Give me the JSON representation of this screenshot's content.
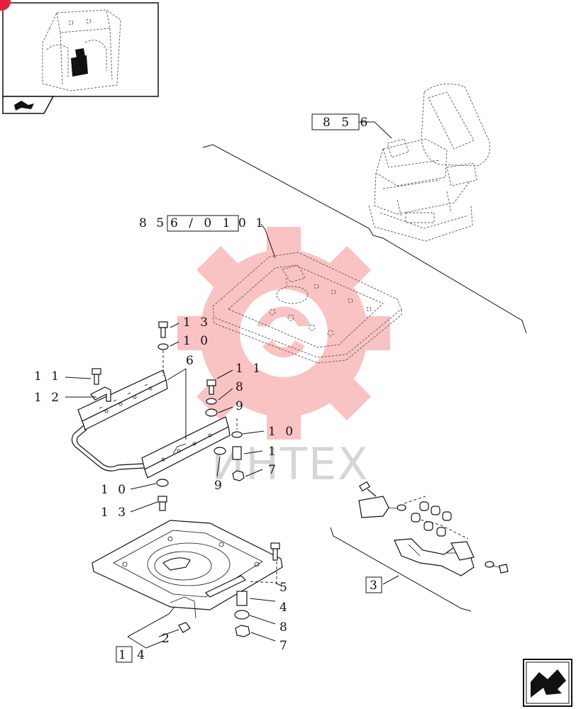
{
  "watermark": {
    "text": "ИНТЕХ",
    "gear_color": "#ef2b2b"
  },
  "thumbnail": {
    "badge_color": "#e8203a"
  },
  "references": {
    "seat_ref": "8 5 6",
    "subassembly_prefix": "8 5",
    "subassembly_boxed": "6 / 0 1",
    "subassembly_suffix": "0 1",
    "group_14": "1 4",
    "group_3": "3"
  },
  "part_labels": {
    "p13a": "1 3",
    "p10a": "1 0",
    "p6": "6",
    "p11a": "1 1",
    "p12": "1 2",
    "p11b": "1 1",
    "p8a": "8",
    "p9a": "9",
    "p10b": "1 0",
    "p1": "1",
    "p9b": "9",
    "p7a": "7",
    "p10c": "1 0",
    "p13b": "1 3",
    "p5": "5",
    "p4": "4",
    "p8b": "8",
    "p7b": "7",
    "p2": "2"
  },
  "icons": {
    "thumbnail": "tractor-cab-thumbnail-icon",
    "nav_back": "bookmark-arrow-icon",
    "nav_next": "next-page-arrow-icon"
  }
}
